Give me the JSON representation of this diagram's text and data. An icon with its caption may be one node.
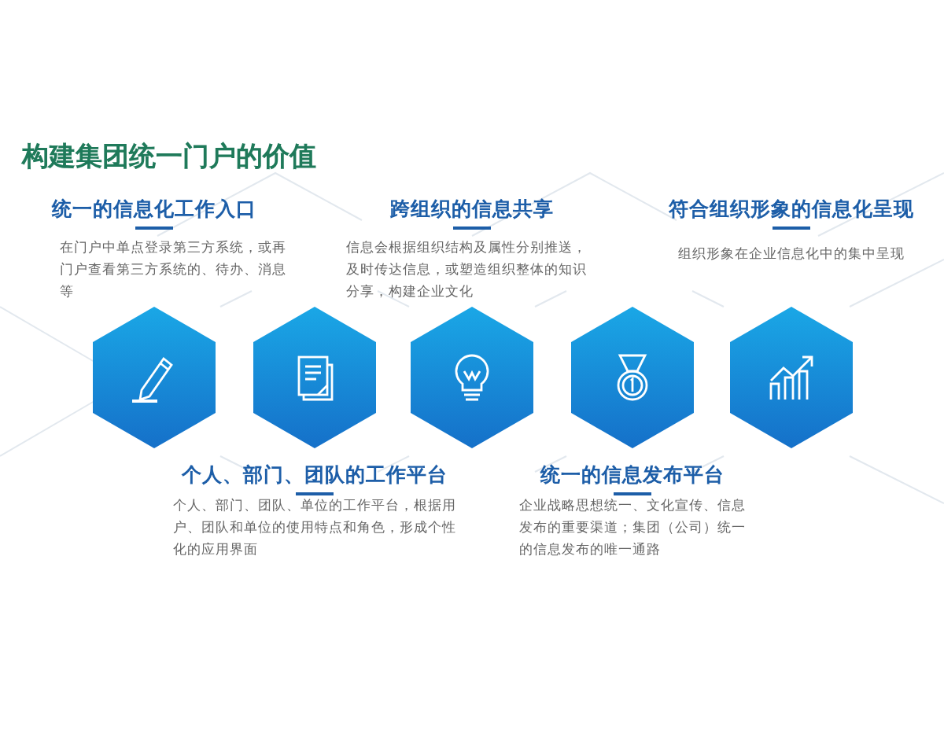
{
  "diagram": {
    "title": "构建集团统一门户的价值",
    "nodes": [
      {
        "text": [],
        "shape": "hexagon",
        "beside": [
          "统一的信息化工作入口",
          "在门户中单点登录第三方系统，或再门户查看第三方系统的、待办、消息等"
        ]
      },
      {
        "text": [],
        "shape": "hexagon",
        "beside": [
          "个人、部门、团队的工作平台",
          "个人、部门、团队、单位的工作平台，根据用户、团队和单位的使用特点和角色，形成个性化的应用界面"
        ]
      },
      {
        "text": [],
        "shape": "hexagon",
        "beside": [
          "跨组织的信息共享",
          "信息会根据组织结构及属性分别推送，及时传达信息，或塑造组织整体的知识分享，构建企业文化"
        ]
      },
      {
        "text": [],
        "shape": "hexagon",
        "beside": [
          "统一的信息发布平台",
          "企业战略思想统一、文化宣传、信息发布的重要渠道；集团（公司）统一的信息发布的唯一通路"
        ]
      },
      {
        "text": [],
        "shape": "hexagon",
        "beside": [
          "符合组织形象的信息化呈现",
          "组织形象在企业信息化中的集中呈现"
        ]
      }
    ],
    "edges": []
  }
}
